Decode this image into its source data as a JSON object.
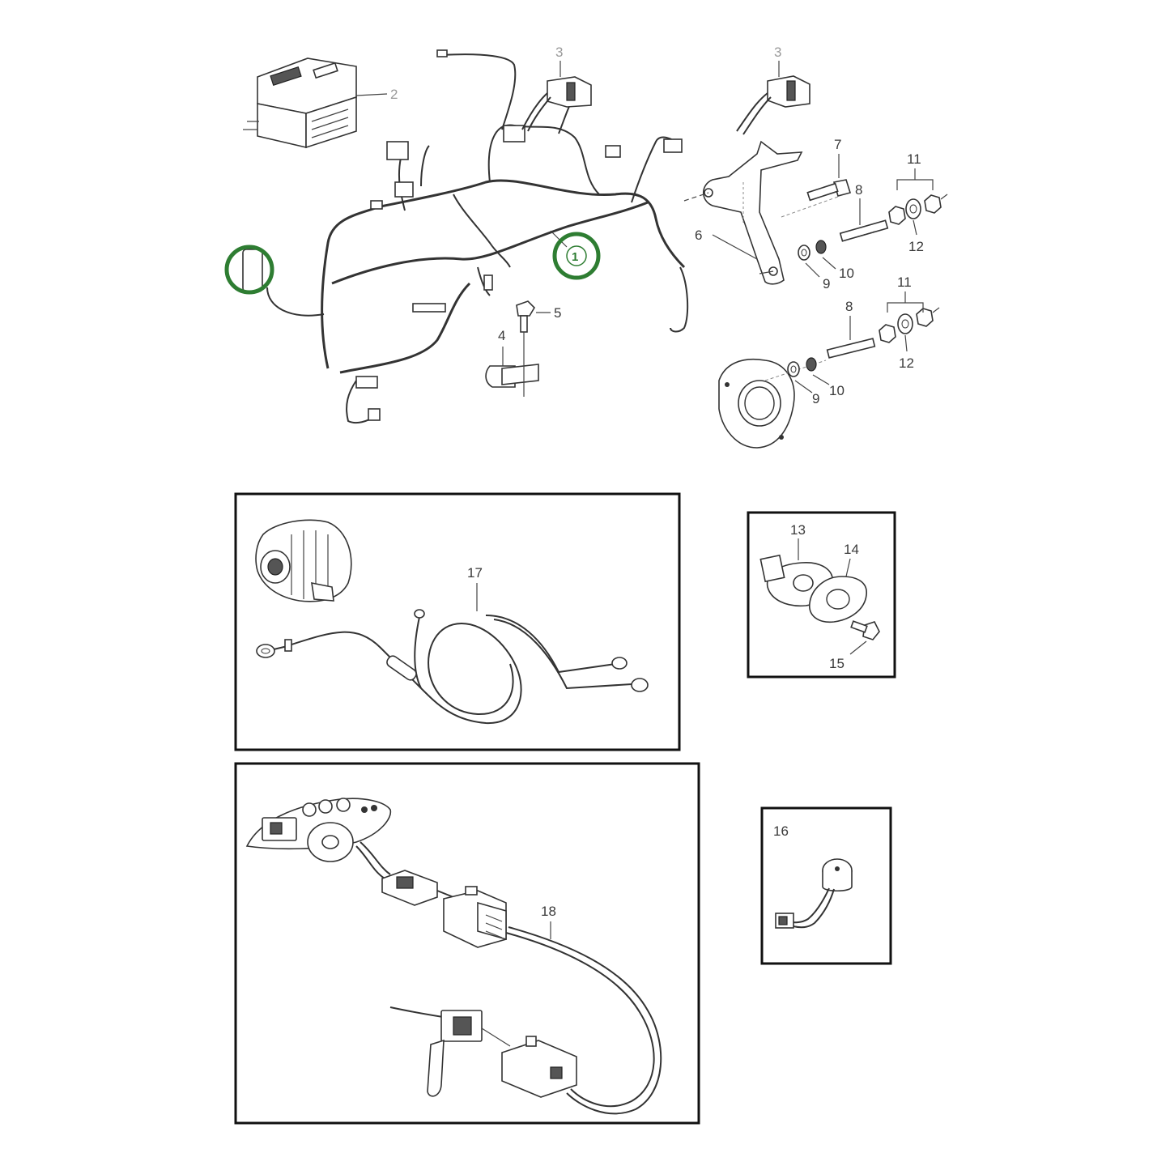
{
  "callouts": {
    "c1": "1",
    "c2": "2",
    "c3a": "3",
    "c3b": "3",
    "c4": "4",
    "c5": "5",
    "c6": "6",
    "c7": "7",
    "c8a": "8",
    "c8b": "8",
    "c9a": "9",
    "c9b": "9",
    "c10a": "10",
    "c10b": "10",
    "c11a": "11",
    "c11b": "11",
    "c12a": "12",
    "c12b": "12",
    "c13": "13",
    "c14": "14",
    "c15": "15",
    "c16": "16",
    "c17": "17",
    "c18": "18"
  },
  "colors": {
    "hotspot": "#2e7d32",
    "line": "#333333",
    "frame": "#111111"
  }
}
